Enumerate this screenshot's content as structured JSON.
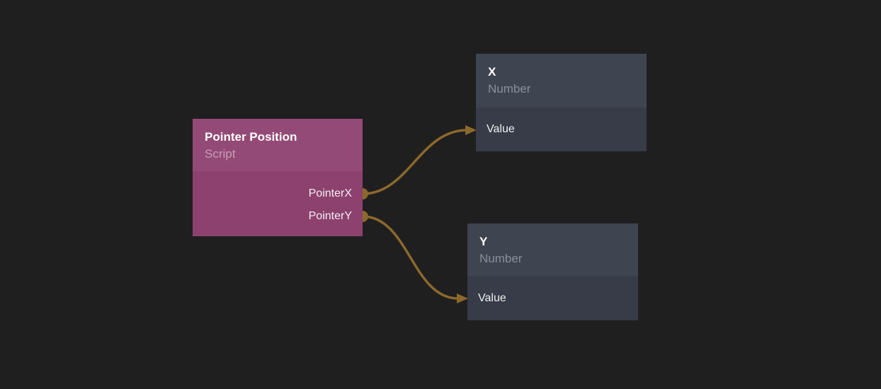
{
  "canvas": {
    "background": "#1f1f20"
  },
  "colors": {
    "wire": "#8b692b",
    "port": "#8b692b",
    "script_node_header": "#944a76",
    "script_node_body": "#8c416e",
    "script_node_subtitle": "#c69fb8",
    "number_node_header": "#3e4450",
    "number_node_body": "#383c48",
    "number_node_subtitle": "#8b909b",
    "title_text": "#ffffff",
    "row_text": "#f1eef0"
  },
  "nodes": [
    {
      "id": "pointer-position",
      "title": "Pointer Position",
      "subtitle": "Script",
      "outputs": [
        {
          "label": "PointerX"
        },
        {
          "label": "PointerY"
        }
      ]
    },
    {
      "id": "x",
      "title": "X",
      "subtitle": "Number",
      "inputs": [
        {
          "label": "Value"
        }
      ]
    },
    {
      "id": "y",
      "title": "Y",
      "subtitle": "Number",
      "inputs": [
        {
          "label": "Value"
        }
      ]
    }
  ],
  "connections": [
    {
      "from": "Pointer Position.PointerX",
      "to": "X.Value"
    },
    {
      "from": "Pointer Position.PointerY",
      "to": "Y.Value"
    }
  ]
}
